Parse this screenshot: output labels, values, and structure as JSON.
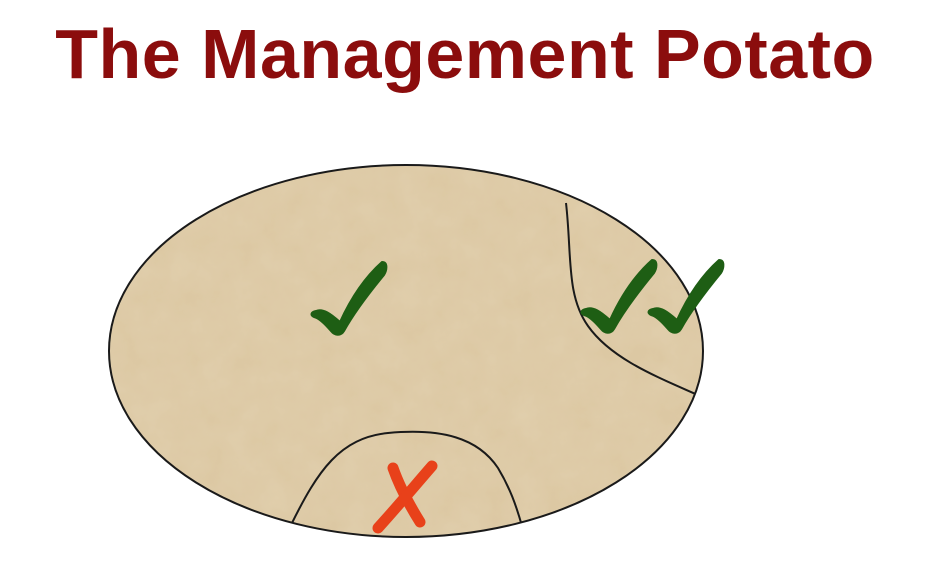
{
  "slide": {
    "title": "The Management Potato"
  },
  "diagram": {
    "regions": [
      {
        "name": "main-area",
        "mark": "check",
        "count": 1
      },
      {
        "name": "right-area",
        "mark": "check",
        "count": 2
      },
      {
        "name": "bottom-area",
        "mark": "cross",
        "count": 1
      }
    ]
  },
  "colors": {
    "title": "#8b0d0d",
    "potato_fill": "#dcc7a2",
    "outline": "#1a1a1a",
    "check": "#1e5e14",
    "cross": "#e8411a"
  },
  "icons": {
    "check": "check-mark-icon",
    "cross": "cross-mark-icon"
  }
}
